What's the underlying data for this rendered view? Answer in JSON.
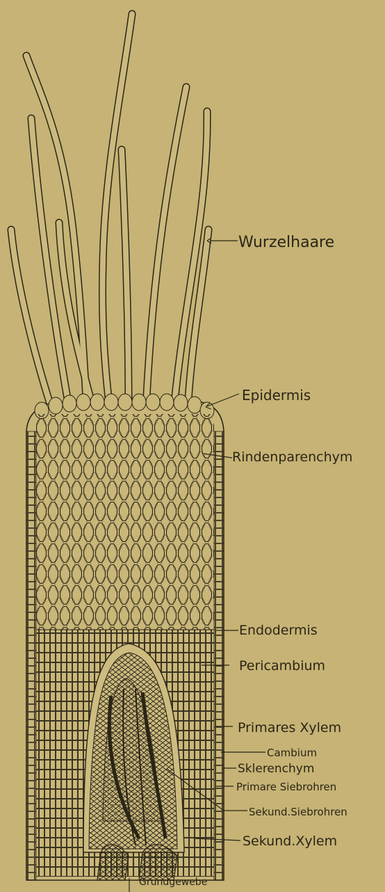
{
  "figure": {
    "labels": {
      "wurzelhaare": "Wurzelhaare",
      "epidermis": "Epidermis",
      "rindenparenchym": "Rindenparenchym",
      "endodermis": "Endodermis",
      "pericambium": "Pericambium",
      "primares_xylem": "Primares Xylem",
      "cambium": "Cambium",
      "sklerenchym": "Sklerenchym",
      "primare_siebrohren": "Primare Siebrohren",
      "sekund_siebrohren": "Sekund.Siebrohren",
      "sekund_xylem": "Sekund.Xylem",
      "grundgewebe": "Grundgewebe"
    },
    "colors": {
      "background": "#c6b375",
      "ink": "#2b2516",
      "hair_fill": "#cbb97e"
    }
  }
}
